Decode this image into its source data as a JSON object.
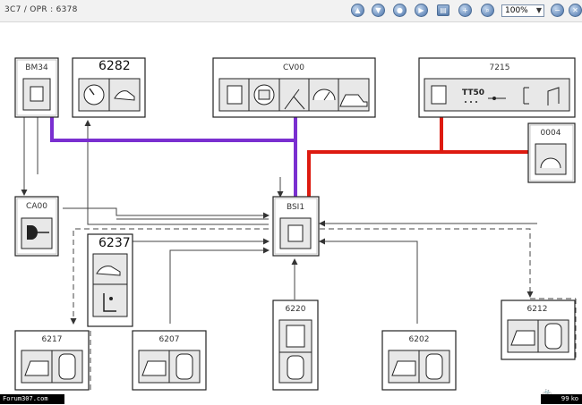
{
  "toolbar": {
    "breadcrumb": "3C7 / OPR : 6378",
    "zoom_value": "100%",
    "buttons": [
      {
        "name": "nav-up-icon",
        "glyph": "▲"
      },
      {
        "name": "nav-down-icon",
        "glyph": "▼"
      },
      {
        "name": "nav-first-icon",
        "glyph": "●"
      },
      {
        "name": "nav-next-icon",
        "glyph": "▶"
      },
      {
        "name": "print-icon",
        "glyph": "▤"
      },
      {
        "name": "zoom-in-icon",
        "glyph": "+"
      },
      {
        "name": "magnifier-icon",
        "glyph": "⌕"
      },
      {
        "name": "zoom-out-icon",
        "glyph": "−"
      },
      {
        "name": "close-icon",
        "glyph": "✕"
      }
    ]
  },
  "diagram": {
    "colors": {
      "purple": "#7a2fd0",
      "red": "#dd1a10",
      "line": "#444444",
      "box": "#222222",
      "icon_fill": "#e8e8e8"
    },
    "components": {
      "bm34": "BM34",
      "c6282": "6282",
      "cv00": "CV00",
      "c7215": "7215",
      "c0004": "0004",
      "ca00": "CA00",
      "bsi1": "BSI1",
      "c6237": "6237",
      "c6217": "6217",
      "c6207": "6207",
      "c6220": "6220",
      "c6202": "6202",
      "c6212": "6212"
    },
    "component_label_7215_icon": "TT50"
  },
  "footer": {
    "site": "Forum307.com",
    "size": "99 ko"
  }
}
